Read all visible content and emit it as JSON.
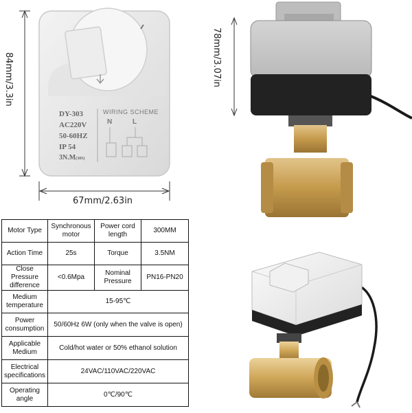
{
  "dimensions": {
    "height": "84mm/3.3in",
    "width": "67mm/2.63in",
    "side_height": "78mm/3.07in"
  },
  "device_label": {
    "model": "DY-303",
    "voltage": "AC220V",
    "frequency": "50-60HZ",
    "ip": "IP 54",
    "time": "3N.M",
    "time_suffix": "(30S)",
    "wiring_title": "WIRING SCHEME",
    "wire_n": "N",
    "wire_l": "L"
  },
  "specs": {
    "rows": [
      {
        "c1": "Motor Type",
        "c2": "Synchronous motor",
        "c3": "Power cord length",
        "c4": "300MM"
      },
      {
        "c1": "Action Time",
        "c2": "25s",
        "c3": "Torque",
        "c4": "3.5NM"
      },
      {
        "c1": "Close Pressure difference",
        "c2": "<0.6Mpa",
        "c3": "Nominal Pressure",
        "c4": "PN16-PN20"
      },
      {
        "c1": "Medium temperature",
        "span": "15-95℃"
      },
      {
        "c1": "Power consumption",
        "span": "50/60Hz 6W (only when the valve is open)"
      },
      {
        "c1": "Applicable Medium",
        "span": "Cold/hot water or 50% ethanol solution"
      },
      {
        "c1": "Electrical specifications",
        "span": "24VAC/110VAC/220VAC"
      },
      {
        "c1": "Operating angle",
        "span": "0℃/90℃"
      }
    ]
  },
  "colors": {
    "housing": "#e9e9e9",
    "black_base": "#2a2a2a",
    "brass": "#c9a35a",
    "dim_line": "#333333"
  }
}
